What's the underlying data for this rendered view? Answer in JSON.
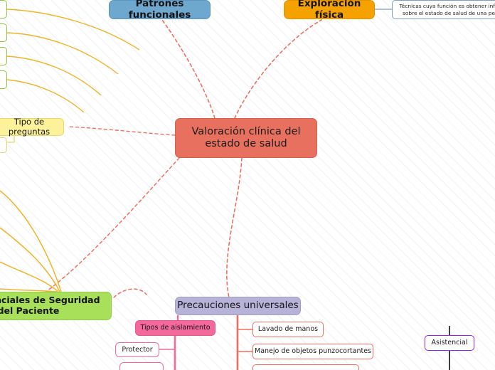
{
  "document": {
    "type": "mind-map",
    "background_pattern": "diagonal-stripes"
  },
  "palette": {
    "root": "#e8705f",
    "blue_branch": "#6fa8cf",
    "orange_branch": "#f5a100",
    "yellow_leaf": "#fdf19a",
    "green_branch": "#a8e05a",
    "lavender_branch": "#b7b2d8",
    "pink_leaf": "#f4699b",
    "salmon_leaf": "#ef6f5e",
    "purple_leaf": "#9b1ff0",
    "note_border": "#7d9dc4",
    "dashed_edge": "#ef6f5e",
    "gold_edge": "#f0b429",
    "black_edge": "#111111"
  },
  "nodes": {
    "root": {
      "label": "Valoración clínica del\nestado de salud"
    },
    "patrones_funcionales": {
      "label": "Patrones funcionales"
    },
    "exploracion_fisica": {
      "label": "Exploración física"
    },
    "tecnicas_note": {
      "label": "Técnicas cuya función es obtener info\nsobre el estado de salud de una pe"
    },
    "tipo_de_preguntas": {
      "label": "Tipo de preguntas"
    },
    "acciones_esenciales": {
      "label": "nes Esenciales de Seguridad\ndel Paciente"
    },
    "precauciones_universales": {
      "label": "Precauciones universales"
    },
    "tipos_de_aislamiento": {
      "label": "Tipos de aislamiento"
    },
    "protector": {
      "label": "Protector"
    },
    "lavado_de_manos": {
      "label": "Lavado de manos"
    },
    "manejo_objetos": {
      "label": "Manejo de objetos punzocortantes"
    },
    "asistencial": {
      "label": "Asistencial"
    }
  }
}
